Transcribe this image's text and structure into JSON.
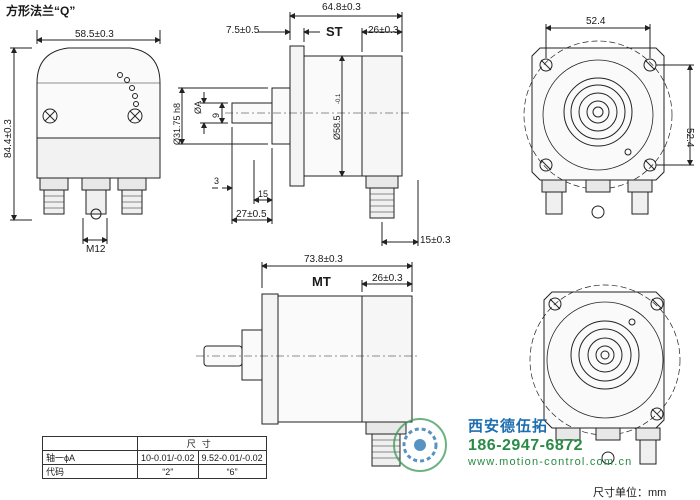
{
  "title": "方形法兰“Q”",
  "unit_note": "尺寸单位：mm",
  "dimensions": {
    "front_width": "58.5±0.3",
    "front_height": "84.4±0.3",
    "connector_spacing": "M12",
    "st_label": "ST",
    "st_length": "64.8±0.3",
    "st_flange": "7.5±0.5",
    "st_rear": "26±0.3",
    "st_pilot": "Ø31.75 h8",
    "st_shaft": "ØA",
    "st_nine": "9",
    "st_body_dia": "Ø58.5",
    "st_body_tol": "-0.1",
    "st_three": "3",
    "st_fifteen": "15",
    "st_shaft_len": "27±0.5",
    "st_conn": "15±0.3",
    "mt_label": "MT",
    "mt_length": "73.8±0.3",
    "mt_rear": "26±0.3",
    "right_w": "52.4",
    "right_h": "52.4"
  },
  "spec_table": {
    "header": "尺寸",
    "row1_label": "轴一ϕA",
    "row1_v1": "10-0.01/-0.02",
    "row1_v2": "9.52-0.01/-0.02",
    "row2_label": "代码",
    "row2_v1": "“2”",
    "row2_v2": "“6”"
  },
  "watermark": {
    "company": "西安德伍拓",
    "phone": "186-2947-6872",
    "website": "www.motion-control.com.cn"
  }
}
